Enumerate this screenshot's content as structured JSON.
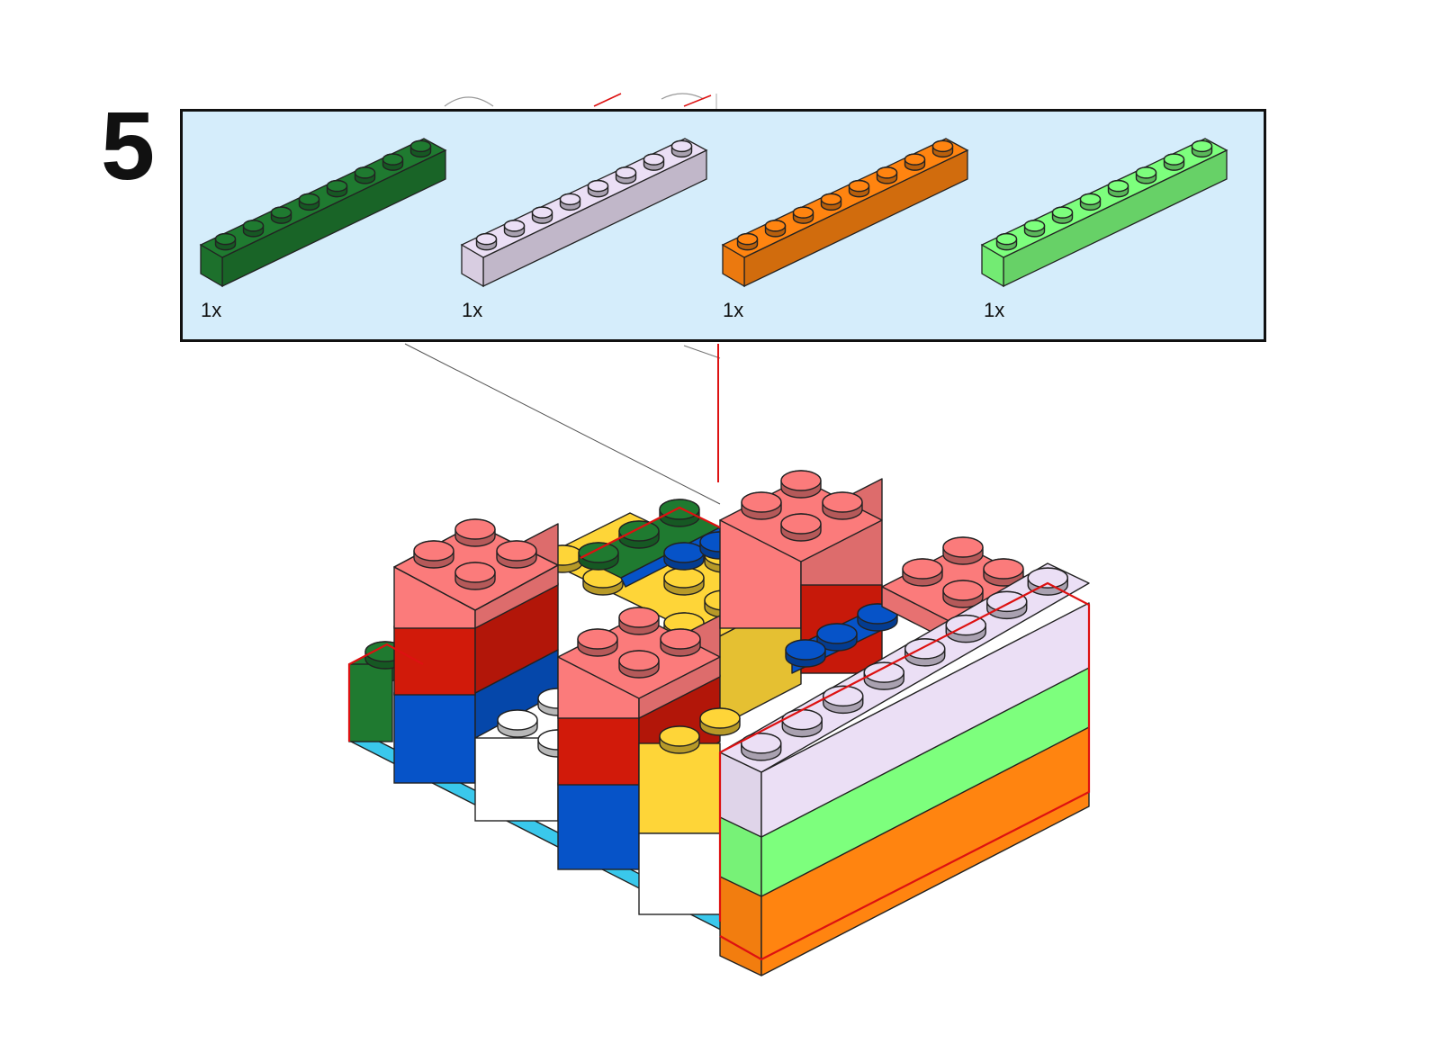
{
  "step": {
    "number": "5"
  },
  "parts_list": {
    "background": "#d5edfb",
    "items": [
      {
        "icon": "brick-1x8-dark-green-icon",
        "color": "#1f7a30",
        "qty": "1x"
      },
      {
        "icon": "brick-1x8-lavender-icon",
        "color": "#ebdff5",
        "qty": "1x"
      },
      {
        "icon": "brick-1x8-orange-icon",
        "color": "#ff8410",
        "qty": "1x"
      },
      {
        "icon": "brick-1x8-bright-green-icon",
        "color": "#7dff7d",
        "qty": "1x"
      }
    ]
  },
  "colors": {
    "outline": "#222222",
    "highlight_outline": "#dd1111",
    "baseplate": "#3ac8ec",
    "salmon": "#fb7b7b",
    "red": "#d11a0a",
    "yellow": "#fed538",
    "blue": "#0653c8",
    "white": "#ffffff",
    "dark_green": "#1f7a30",
    "lavender": "#ebdff5",
    "bright_green": "#7dff7d",
    "orange": "#ff8410",
    "olive": "#a1a366"
  }
}
